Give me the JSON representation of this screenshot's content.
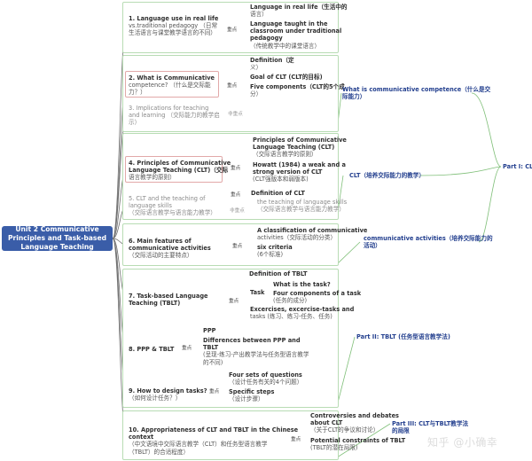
{
  "root": "Unit 2 Communicative Principles and Task-based Language Teaching",
  "tags": {
    "key": "重点",
    "nonkey": "非重点"
  },
  "sections": [
    {
      "line1": "1. Language use in real life",
      "line2": "vs.traditional pedagogy （日常",
      "line3": "生活语言与课堂教学语言的不同）"
    },
    {
      "line1": "2. What is Communicative",
      "line2": "competence? （什么是交际能",
      "line3": "力？）"
    },
    {
      "line1": "3. Implications for teaching",
      "line2": "and learning （交际能力的教学启",
      "line3": "示）"
    },
    {
      "line1": "4. Principles of Communicative",
      "line2": "Language Teaching (CLT)（交际",
      "line3": "语言教学的原则）"
    },
    {
      "line1": "5. CLT and the teaching of",
      "line2": "language skills",
      "line3": "（交际语言教学与语言能力教学）"
    },
    {
      "line1": "6. Main features of",
      "line2": "communicative activities",
      "line3": "（交际活动的主要特点）"
    },
    {
      "line1": "7. Task-based Language",
      "line2": "Teaching (TBLT)",
      "line3": ""
    },
    {
      "line1": "8. PPP & TBLT",
      "line2": "",
      "line3": ""
    },
    {
      "line1": "9. How to design tasks?",
      "line2": "（如何设计任务？）",
      "line3": ""
    },
    {
      "line1": "10. Appropriateness of CLT and TBLT in the Chinese",
      "line2": "context",
      "line3": "（中文语境中交际语言教学（CLT）和任务型语言教学",
      "line4": "（TBLT）的合适程度）"
    }
  ],
  "leaves": {
    "s1a1": "Language in real life（生活中的",
    "s1a2": "语言）",
    "s1b1": "Language taught in the",
    "s1b2": "classroom under traditional",
    "s1b3": "pedagogy",
    "s1b4": "（传统教学中的课堂语言）",
    "s2a1": "Definition（定",
    "s2a2": "义）",
    "s2b1": "Goal of CLT (CLT的目标)",
    "s2c1": "Five components（CLT的5个成",
    "s2c2": "分）",
    "s4a1": "Principles of Communicative",
    "s4a2": "Language Teaching (CLT)",
    "s4a3": "（交际语言教学的原则）",
    "s4b1": "Howatt (1984) a weak and a",
    "s4b2": "strong version of CLT",
    "s4b3": "(CLT强版本和弱版本)",
    "s5a1": "Definition of CLT",
    "s5b1": "the teaching of language skills",
    "s5b2": "（交际语言教学与语言能力教学）",
    "s6a1": "A classification of communicative",
    "s6a2": "activities（交际活动的分类）",
    "s6b1": "six criteria",
    "s6b2": "(6个标准)",
    "s7a1": "Definition of TBLT",
    "s7task": "Task",
    "s7b1": "What is the task?",
    "s7c1": "Four components of a task",
    "s7c2": "(任务的成分)",
    "s7d1": "Excercises, excercise-tasks and",
    "s7d2": "tasks (练习、练习-任务、任务)",
    "s8a1": "PPP",
    "s8b1": "Differences between PPP and",
    "s8b2": "TBLT",
    "s8b3": "(呈现-练习-产出教学法与任务型语言教学",
    "s8b4": "的不同)",
    "s9a1": "Four sets of questions",
    "s9a2": "（设计任务有关的4个问题）",
    "s9b1": "Specific steps",
    "s9b2": "（设计步骤）",
    "s10a1": "Controversies and debates",
    "s10a2": "about CLT",
    "s10a3": "（关于CLT的争议和讨论）",
    "s10b1": "Potential constraints of TBLT",
    "s10b2": "(TBLT的潜在局限)"
  },
  "right": {
    "r1a": "What is communicative competence（什么是交",
    "r1b": "际能力）",
    "r2": "CLT（培养交际能力的教学）",
    "r3a": "communicative activities（培养交际能力的",
    "r3b": "活动）",
    "part1": "Part I: CLT",
    "part2": "Part II: TBLT (任务型语言教学法)",
    "part3a": "Part III: CLT与TBLT教学法",
    "part3b": "的局限"
  },
  "watermark": "知乎 @小确幸",
  "colors": {
    "root": "#3a5da8",
    "green_border": "#b8dcb4",
    "red_border": "#e2a9a9",
    "wire": "#6f6f6f",
    "green_wire": "#7fbf78",
    "blue_text": "#24408f"
  }
}
